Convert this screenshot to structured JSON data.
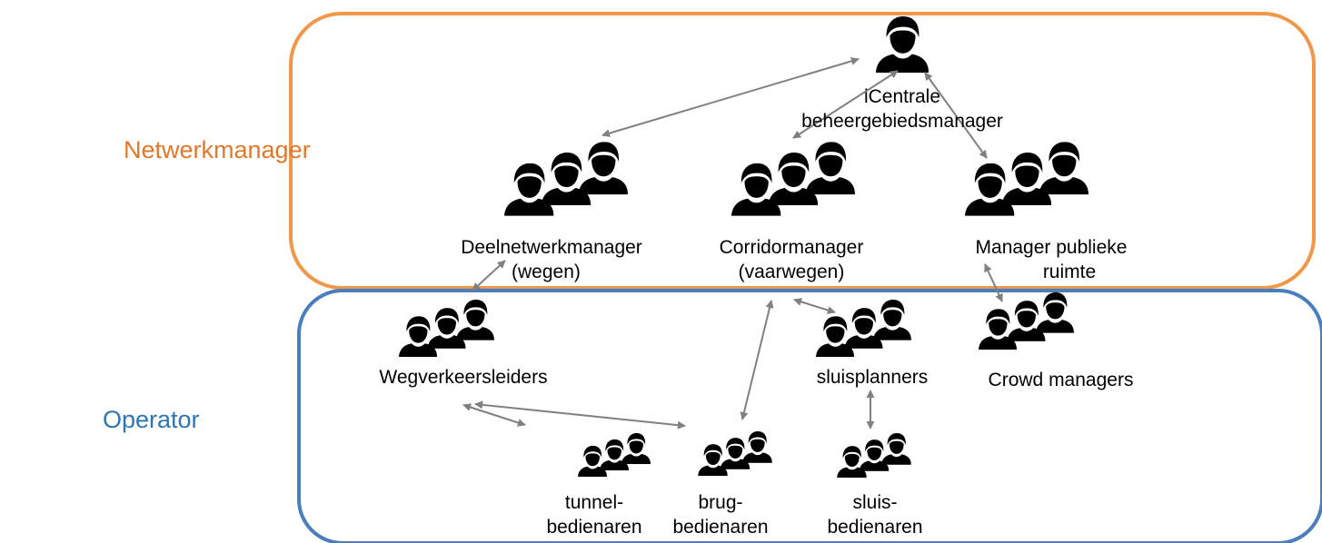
{
  "colors": {
    "manager_frame": "#F0974A",
    "manager_label": "#E4782A",
    "operator_frame": "#4A7EBF",
    "operator_label": "#2E75B6",
    "arrow": "#808080",
    "person": "#000000"
  },
  "lanes": {
    "manager": "Netwerkmanager",
    "operator": "Operator"
  },
  "nodes": {
    "icentrale": {
      "icon": "person-icon",
      "lines": [
        "iCentrale",
        "beheergebiedsmanager"
      ]
    },
    "deelnetwerk": {
      "icon": "group-icon",
      "lines": [
        "Deelnetwerkmanager",
        "(wegen)"
      ]
    },
    "corridor": {
      "icon": "group-icon",
      "lines": [
        "Corridormanager",
        "(vaarwegen)"
      ]
    },
    "publieke": {
      "icon": "group-icon",
      "lines": [
        "Manager publieke",
        "ruimte"
      ]
    },
    "wegverkeer": {
      "icon": "group-icon",
      "lines": [
        "Wegverkeersleiders"
      ]
    },
    "sluisplanners": {
      "icon": "group-icon",
      "lines": [
        "sluisplanners"
      ]
    },
    "crowd": {
      "icon": "group-icon",
      "lines": [
        "Crowd managers"
      ]
    },
    "tunnel": {
      "icon": "group-icon",
      "lines": [
        "tunnel-",
        "bedienaren"
      ]
    },
    "brug": {
      "icon": "group-icon",
      "lines": [
        "brug-",
        "bedienaren"
      ]
    },
    "sluis": {
      "icon": "group-icon",
      "lines": [
        "sluis-",
        "bedienaren"
      ]
    }
  }
}
